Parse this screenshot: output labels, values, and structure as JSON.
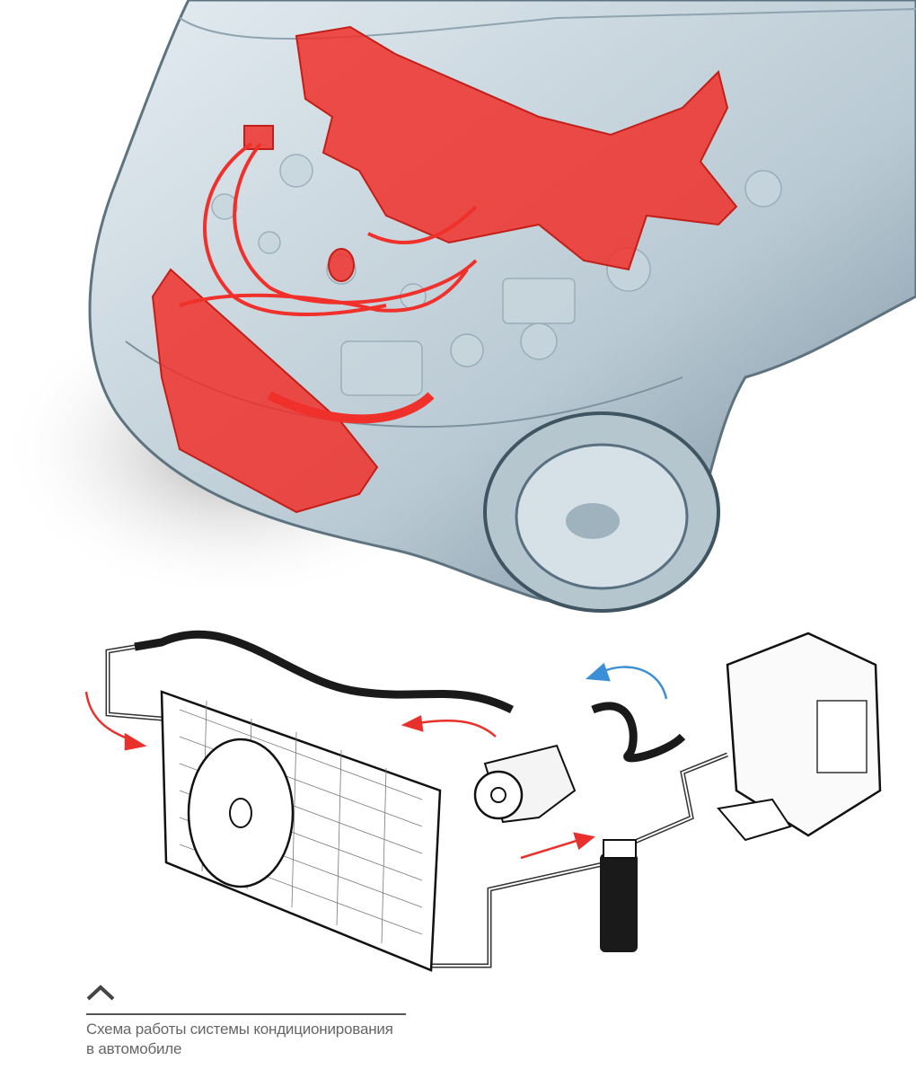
{
  "caption": {
    "text": "Схема работы системы кондиционирования в автомобиле",
    "line1": "Схема работы системы кондиционирования",
    "line2": "в автомобиле"
  },
  "colors": {
    "highlight_red": "#f0302a",
    "car_body": "#9fb3bf",
    "flow_arrow_red": "#e8312c",
    "flow_arrow_blue": "#3a8fd6",
    "hose_black": "#1a1a1a",
    "caption_text": "#666666"
  }
}
